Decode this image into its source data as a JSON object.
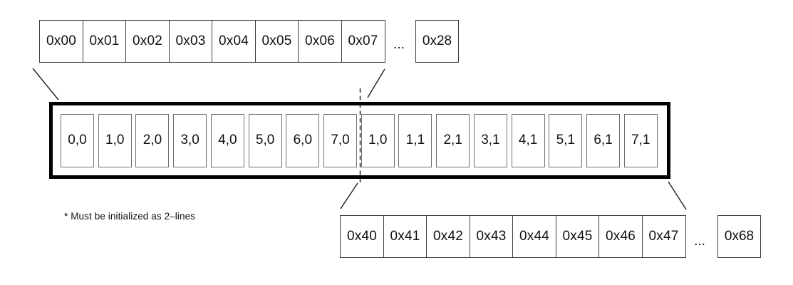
{
  "top_row": {
    "cells": [
      "0x00",
      "0x01",
      "0x02",
      "0x03",
      "0x04",
      "0x05",
      "0x06",
      "0x07"
    ],
    "ellipsis": "...",
    "tail_cell": "0x28"
  },
  "buffer_row": {
    "cells": [
      "0,0",
      "1,0",
      "2,0",
      "3,0",
      "4,0",
      "5,0",
      "6,0",
      "7,0",
      "1,0",
      "1,1",
      "2,1",
      "3,1",
      "4,1",
      "5,1",
      "6,1",
      "7,1"
    ]
  },
  "bottom_row": {
    "cells": [
      "0x40",
      "0x41",
      "0x42",
      "0x43",
      "0x44",
      "0x45",
      "0x46",
      "0x47"
    ],
    "ellipsis": "...",
    "tail_cell": "0x68"
  },
  "footnote": "* Must be initialized as 2–lines",
  "colors": {
    "background": "#ffffff",
    "cell_border": "#3d3d3d",
    "inner_cell_border": "#6f6f6f",
    "container_border": "#000000",
    "connector_line": "#1c1c1c"
  }
}
